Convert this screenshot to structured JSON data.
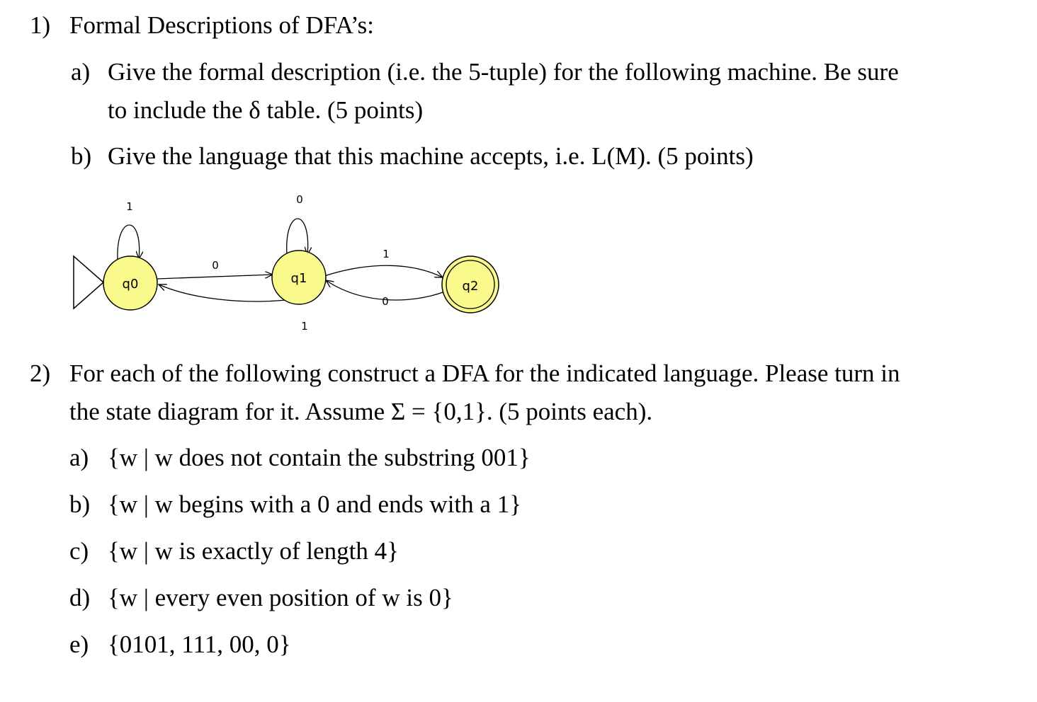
{
  "q1": {
    "number": "1)",
    "heading": "Formal Descriptions of DFA’s:",
    "part_a": {
      "letter": "a)",
      "line1": "Give the formal description (i.e. the 5-tuple) for the following machine.  Be sure",
      "line2": "to include the δ table. (5 points)"
    },
    "part_b": {
      "letter": "b)",
      "text": "Give the language that this machine accepts, i.e. L(M). (5 points)"
    },
    "diagram": {
      "states": [
        "q0",
        "q1",
        "q2"
      ],
      "start_state": "q0",
      "accept_states": [
        "q2"
      ],
      "labels": {
        "q0_loop": "1",
        "q1_loop": "0",
        "q0_to_q1": "0",
        "q1_to_q0": "1",
        "q1_to_q2": "1",
        "q2_to_q1": "0"
      },
      "colors": {
        "state_fill": "#fafa8c",
        "stroke": "#000000"
      }
    }
  },
  "q2": {
    "number": "2)",
    "line1": "For each of the following construct a DFA for the indicated language. Please turn in",
    "line2": "the state diagram for it. Assume Σ = {0,1}. (5 points each).",
    "items": [
      {
        "letter": "a)",
        "text": "{w | w does not contain the substring 001}"
      },
      {
        "letter": "b)",
        "text": "{w | w begins with a 0 and ends with a 1}"
      },
      {
        "letter": "c)",
        "text": "{w | w is exactly of length 4}"
      },
      {
        "letter": "d)",
        "text": "{w | every even position of w is 0}"
      },
      {
        "letter": "e)",
        "text": "{0101, 111, 00, 0}"
      }
    ]
  }
}
